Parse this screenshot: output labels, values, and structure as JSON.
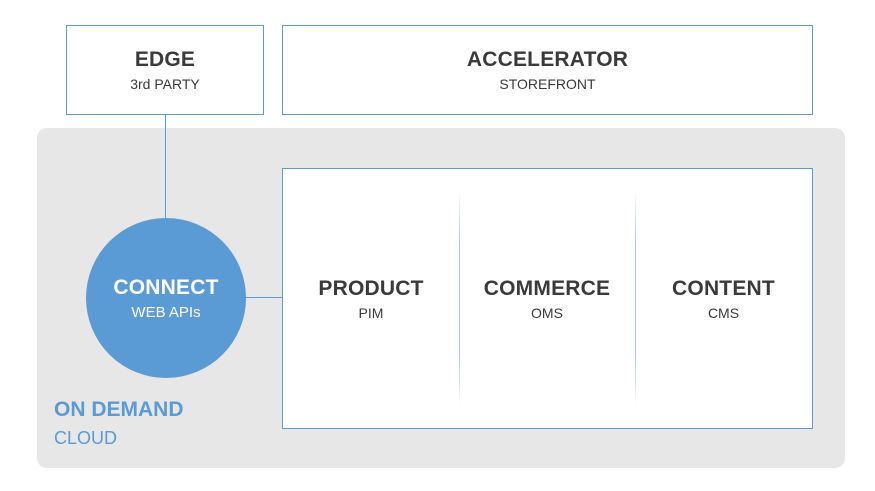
{
  "edge": {
    "title": "EDGE",
    "subtitle": "3rd PARTY"
  },
  "accelerator": {
    "title": "ACCELERATOR",
    "subtitle": "STOREFRONT"
  },
  "connect": {
    "title": "CONNECT",
    "subtitle": "WEB APIs"
  },
  "modules": [
    {
      "title": "PRODUCT",
      "subtitle": "PIM"
    },
    {
      "title": "COMMERCE",
      "subtitle": "OMS"
    },
    {
      "title": "CONTENT",
      "subtitle": "CMS"
    }
  ],
  "on_demand": {
    "title": "ON DEMAND",
    "subtitle": "CLOUD"
  },
  "colors": {
    "accent": "#5b9bd5",
    "panel": "#e7e7e7",
    "text": "#3a3a3a"
  }
}
